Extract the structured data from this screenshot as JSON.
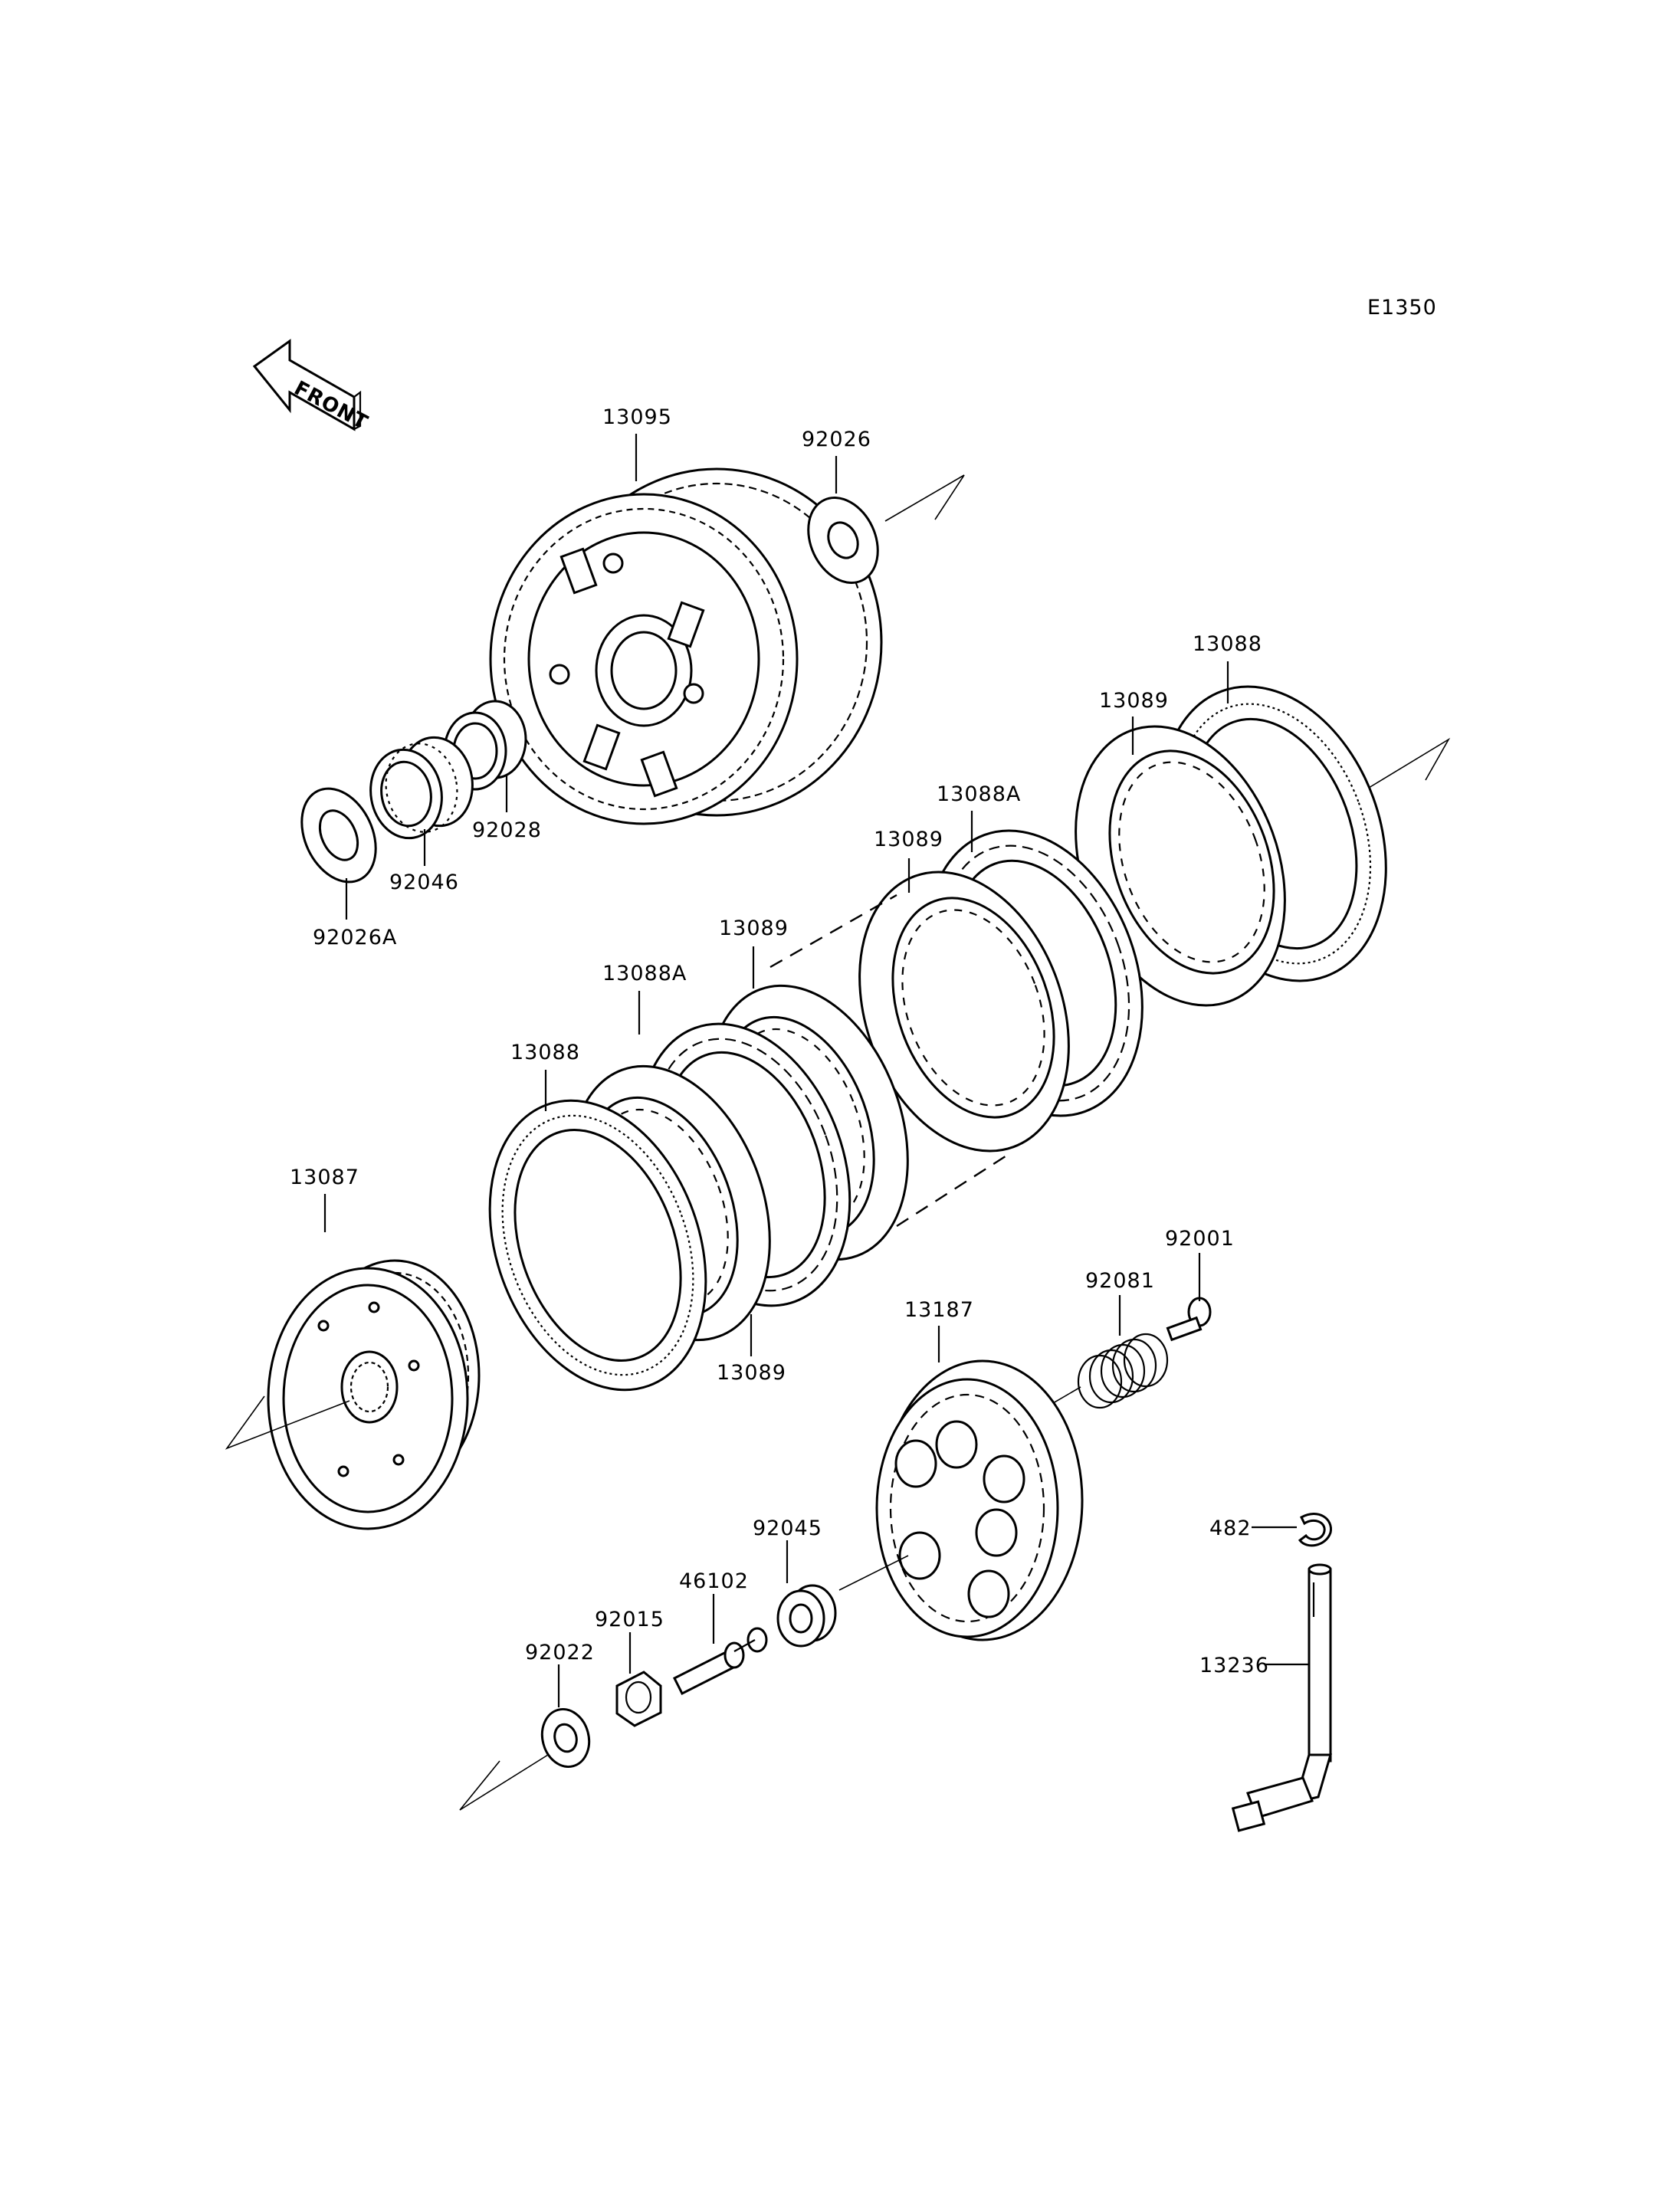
{
  "diagram": {
    "code": "E1350",
    "front_label": "FRONT",
    "labels": {
      "p13095": "13095",
      "p92026": "92026",
      "p13088_top": "13088",
      "p13089_top": "13089",
      "p13088A_top": "13088A",
      "p13089_mid": "13089",
      "p13089_left": "13089",
      "p13088A_left": "13088A",
      "p13088_left": "13088",
      "p92028": "92028",
      "p92046": "92046",
      "p92026A": "92026A",
      "p13087": "13087",
      "p13089_bottom": "13089",
      "p92001": "92001",
      "p92081": "92081",
      "p13187": "13187",
      "p482": "482",
      "p92045": "92045",
      "p46102": "46102",
      "p92015": "92015",
      "p92022": "92022",
      "p13236": "13236"
    }
  }
}
